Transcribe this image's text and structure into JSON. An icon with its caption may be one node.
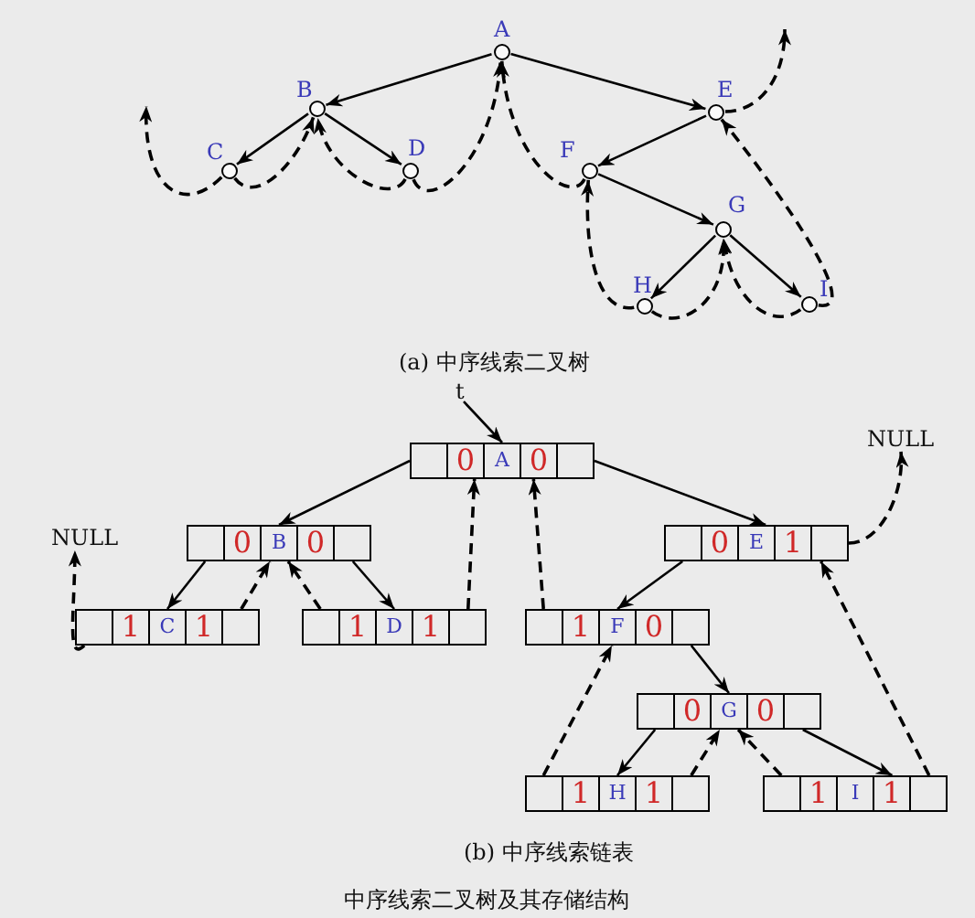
{
  "diagram": {
    "caption": "中序线索二叉树及其存储结构",
    "nodes": [
      {
        "text": [],
        "shape": "circle",
        "beside": [
          "A"
        ]
      },
      {
        "text": [],
        "shape": "circle",
        "beside": [
          "B"
        ]
      },
      {
        "text": [],
        "shape": "circle",
        "beside": [
          "E"
        ]
      },
      {
        "text": [],
        "shape": "circle",
        "beside": [
          "C"
        ]
      },
      {
        "text": [],
        "shape": "circle",
        "beside": [
          "D"
        ]
      },
      {
        "text": [],
        "shape": "circle",
        "beside": [
          "F"
        ]
      },
      {
        "text": [],
        "shape": "circle",
        "beside": [
          "G"
        ]
      },
      {
        "text": [],
        "shape": "circle",
        "beside": [
          "H"
        ]
      },
      {
        "text": [],
        "shape": "circle",
        "beside": [
          "I"
        ]
      },
      {
        "text": [
          "t"
        ]
      },
      {
        "text": [
          "0",
          "A",
          "0"
        ]
      },
      {
        "text": [
          "NULL"
        ]
      },
      {
        "text": [
          "NULL"
        ]
      },
      {
        "text": [
          "0",
          "B",
          "0"
        ]
      },
      {
        "text": [
          "0",
          "E",
          "1"
        ]
      },
      {
        "text": [
          "1",
          "C",
          "1"
        ]
      },
      {
        "text": [
          "1",
          "D",
          "1"
        ]
      },
      {
        "text": [
          "1",
          "F",
          "0"
        ]
      },
      {
        "text": [
          "0",
          "G",
          "0"
        ]
      },
      {
        "text": [
          "1",
          "H",
          "1"
        ]
      },
      {
        "text": [
          "1",
          "I",
          "1"
        ]
      }
    ],
    "edges": [
      {
        "from": 0,
        "to": 1,
        "arrow": "to"
      },
      {
        "from": 0,
        "to": 2,
        "arrow": "to"
      },
      {
        "from": 1,
        "to": 3,
        "arrow": "to"
      },
      {
        "from": 1,
        "to": 4,
        "arrow": "to"
      },
      {
        "from": 2,
        "to": 5,
        "arrow": "to"
      },
      {
        "from": 5,
        "to": 6,
        "arrow": "to"
      },
      {
        "from": 6,
        "to": 7,
        "arrow": "to"
      },
      {
        "from": 6,
        "to": 8,
        "arrow": "to"
      },
      {
        "from": 3,
        "to": null,
        "arrow": "to",
        "style": "dashed"
      },
      {
        "from": 3,
        "to": 1,
        "arrow": "to",
        "style": "dashed"
      },
      {
        "from": 4,
        "to": 1,
        "arrow": "to",
        "style": "dashed"
      },
      {
        "from": 4,
        "to": 0,
        "arrow": "to",
        "style": "dashed"
      },
      {
        "from": 5,
        "to": 0,
        "arrow": "to",
        "style": "dashed"
      },
      {
        "from": 7,
        "to": 5,
        "arrow": "to",
        "style": "dashed"
      },
      {
        "from": 7,
        "to": 6,
        "arrow": "to",
        "style": "dashed"
      },
      {
        "from": 8,
        "to": 6,
        "arrow": "to",
        "style": "dashed"
      },
      {
        "from": 8,
        "to": 2,
        "arrow": "to",
        "style": "dashed"
      },
      {
        "from": 2,
        "to": null,
        "arrow": "to",
        "style": "dashed"
      },
      {
        "from": 9,
        "to": 10,
        "arrow": "to"
      },
      {
        "from": 10,
        "to": 13,
        "arrow": "to"
      },
      {
        "from": 10,
        "to": 14,
        "arrow": "to"
      },
      {
        "from": 13,
        "to": 15,
        "arrow": "to"
      },
      {
        "from": 13,
        "to": 16,
        "arrow": "to"
      },
      {
        "from": 14,
        "to": 17,
        "arrow": "to"
      },
      {
        "from": 17,
        "to": 18,
        "arrow": "to"
      },
      {
        "from": 18,
        "to": 19,
        "arrow": "to"
      },
      {
        "from": 18,
        "to": 20,
        "arrow": "to"
      },
      {
        "from": 15,
        "to": 12,
        "arrow": "to",
        "style": "dashed"
      },
      {
        "from": 15,
        "to": 13,
        "arrow": "to",
        "style": "dashed"
      },
      {
        "from": 16,
        "to": 13,
        "arrow": "to",
        "style": "dashed"
      },
      {
        "from": 16,
        "to": 10,
        "arrow": "to",
        "style": "dashed"
      },
      {
        "from": 17,
        "to": 10,
        "arrow": "to",
        "style": "dashed"
      },
      {
        "from": 19,
        "to": 17,
        "arrow": "to",
        "style": "dashed"
      },
      {
        "from": 19,
        "to": 18,
        "arrow": "to",
        "style": "dashed"
      },
      {
        "from": 20,
        "to": 18,
        "arrow": "to",
        "style": "dashed"
      },
      {
        "from": 20,
        "to": 14,
        "arrow": "to",
        "style": "dashed"
      },
      {
        "from": 14,
        "to": 11,
        "arrow": "to",
        "style": "dashed"
      }
    ],
    "labels": [
      "(a) 中序线索二叉树",
      "(b) 中序线索链表"
    ]
  }
}
